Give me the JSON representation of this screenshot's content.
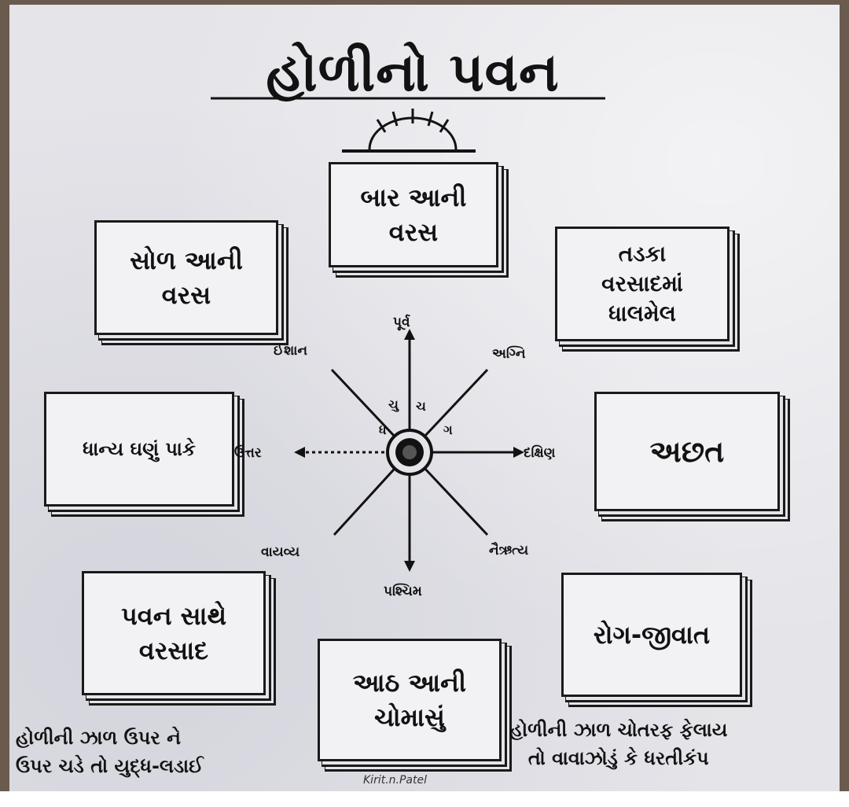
{
  "title": "હોળીનો પવન",
  "boxes": {
    "north_top": [
      "બાર આની",
      "વરસ"
    ],
    "top_left": [
      "સોળ આની",
      "વરસ"
    ],
    "top_right": [
      "તડકા",
      "વરસાદમાં",
      "ધાલમેલ"
    ],
    "mid_left": [
      "ધાન્ય ઘણું પાકે"
    ],
    "mid_right": [
      "અછત"
    ],
    "bottom_left": [
      "પવન સાથે",
      "વરસાદ"
    ],
    "bottom_center": [
      "આઠ આની",
      "ચોમાસું"
    ],
    "bottom_right": [
      "રોગ-જીવાત"
    ]
  },
  "directions": {
    "east": "પૂર્વ",
    "northeast": "ઈશાન",
    "southeast": "અગ્નિ",
    "north": "ઉત્તર",
    "south": "દક્ષિણ",
    "northwest": "વાયવ્ય",
    "southwest": "નૈઋત્ય",
    "west": "પશ્ચિમ"
  },
  "notes": {
    "left": [
      "હોળીની ઝાળ ઉપર ને",
      "ઉપર ચડે તો યુદ્ધ-લડાઈ"
    ],
    "right": [
      "હોળીની ઝાળ ચોતરફ ફેલાય",
      "તો વાવાઝોડું કે ધરતીકંપ"
    ]
  },
  "credit": "Kirit.n.Patel",
  "colors": {
    "ink": "#121212",
    "paper": "#e4e4e9"
  }
}
